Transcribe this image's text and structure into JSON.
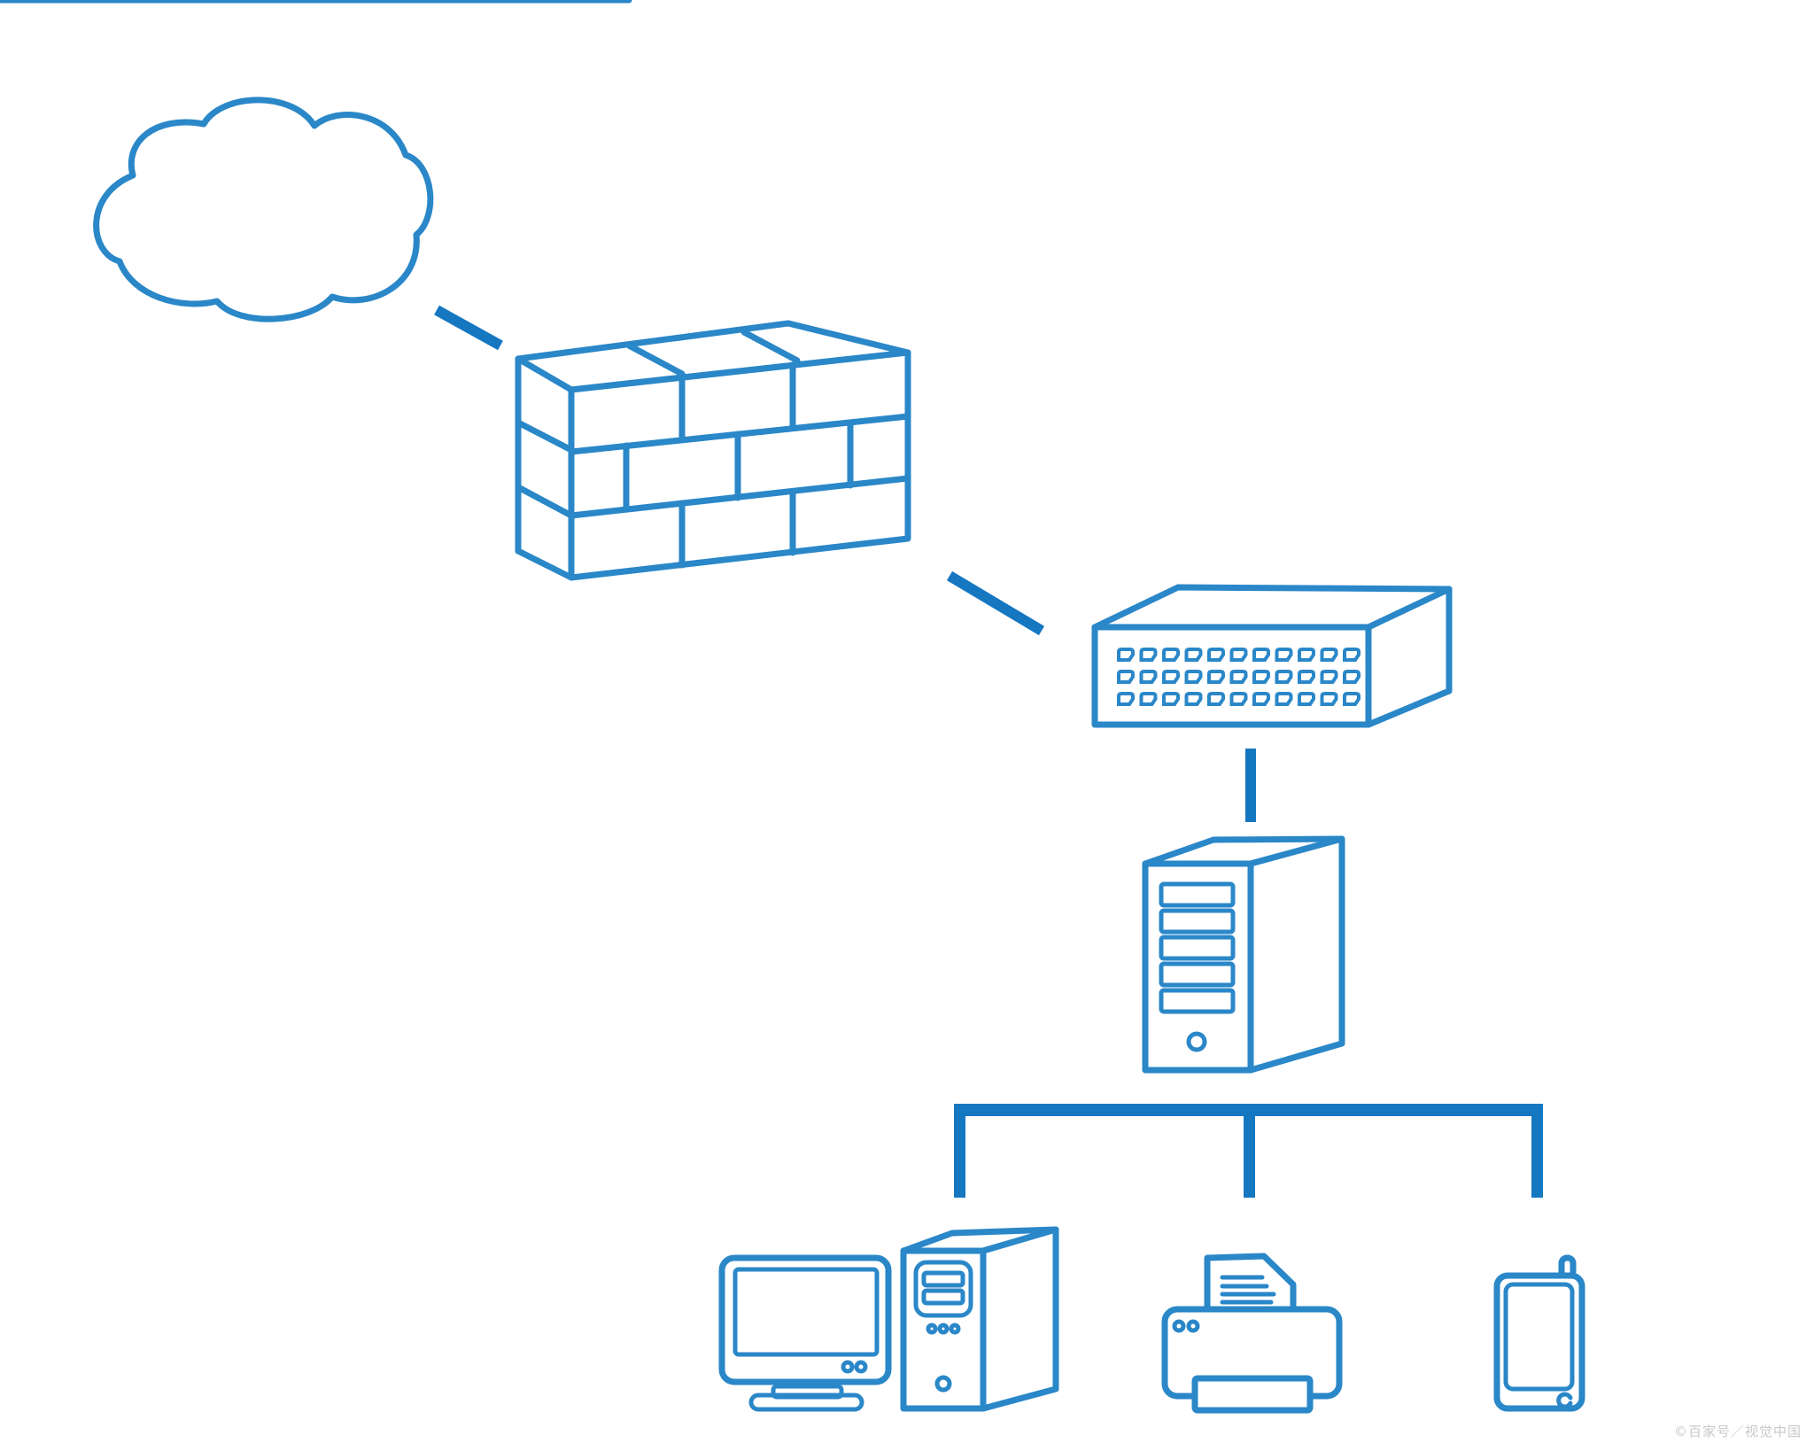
{
  "diagram": {
    "type": "network-topology",
    "style": "hand-drawn line art",
    "colors": {
      "line": "#2a87c8",
      "connector": "#1677c1",
      "background": "#ffffff"
    },
    "nodes": [
      {
        "id": "internet",
        "kind": "cloud"
      },
      {
        "id": "firewall",
        "kind": "brick-wall"
      },
      {
        "id": "switch",
        "kind": "network-switch",
        "port_rows": 3,
        "ports_per_row": 11
      },
      {
        "id": "server",
        "kind": "tower-server",
        "drive_bays": 5
      },
      {
        "id": "desktop",
        "kind": "desktop-computer"
      },
      {
        "id": "printer",
        "kind": "printer"
      },
      {
        "id": "mobile",
        "kind": "mobile-phone"
      }
    ],
    "links": [
      {
        "from": "internet",
        "to": "firewall"
      },
      {
        "from": "firewall",
        "to": "switch"
      },
      {
        "from": "switch",
        "to": "server"
      },
      {
        "from": "server",
        "to": "desktop"
      },
      {
        "from": "server",
        "to": "printer"
      },
      {
        "from": "server",
        "to": "mobile"
      }
    ]
  },
  "watermark": "©百家号／视觉中国"
}
